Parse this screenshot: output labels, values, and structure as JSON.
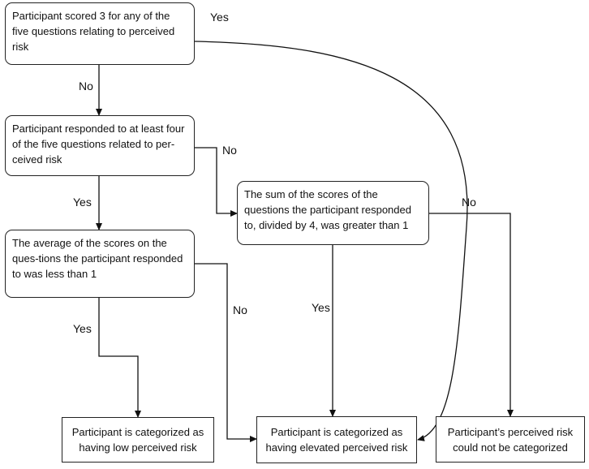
{
  "nodes": {
    "q1": "Participant scored 3 for any of the five questions relating to perceived risk",
    "q2": "Participant responded to at least four of the five questions related to per-ceived risk",
    "q3": "The sum of the scores of the questions the participant responded to, divided by 4, was greater than 1",
    "q4": "The average of the scores on the ques-tions the participant responded to was less than 1",
    "low": "Participant is categorized as having low perceived risk",
    "elevated": "Participant is categorized as having elevated perceived risk",
    "uncategorized": "Participant’s perceived risk could not be categorized"
  },
  "edge_labels": {
    "q1_yes": "Yes",
    "q1_no": "No",
    "q2_yes": "Yes",
    "q2_no": "No",
    "q3_yes": "Yes",
    "q3_no": "No",
    "q4_yes": "Yes",
    "q4_no": "No"
  }
}
